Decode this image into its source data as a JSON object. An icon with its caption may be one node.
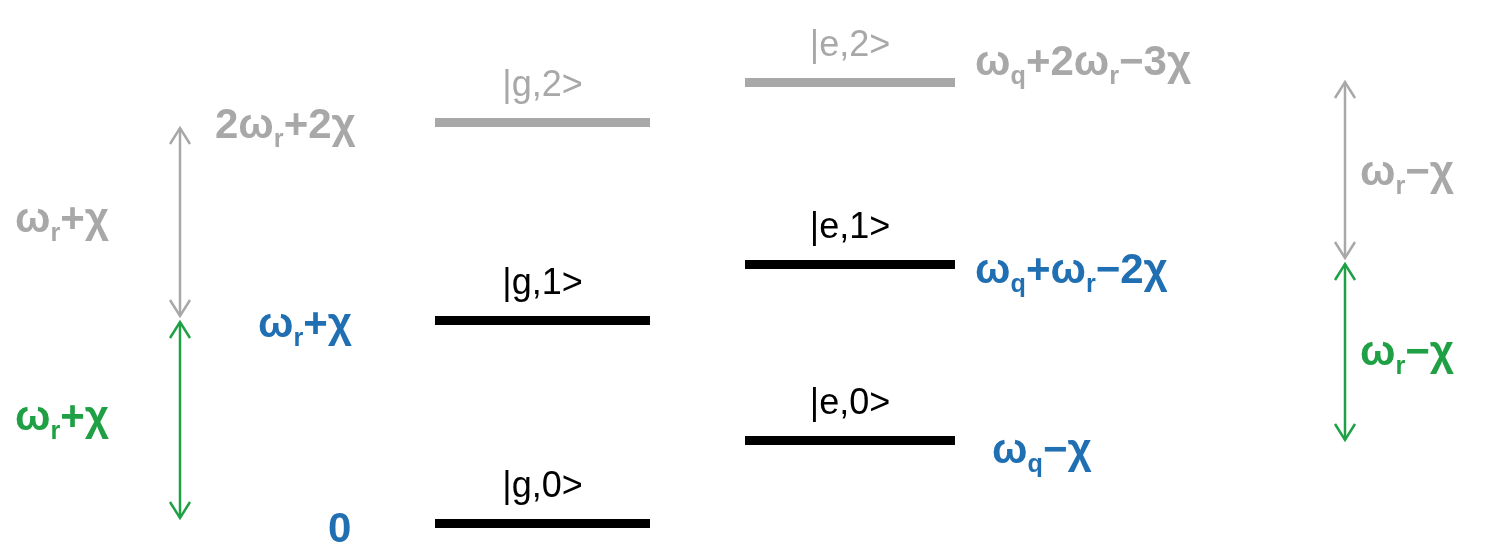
{
  "diagram": {
    "nodes": [
      {
        "text": [
          "|e,2>"
        ],
        "beside": [
          "ω$_{q}$+2ω$_{r}$−3χ"
        ]
      },
      {
        "text": [
          "|g,2>"
        ],
        "beside": [
          "2ω$_{r}$+2χ"
        ]
      },
      {
        "text": [
          "|e,1>"
        ],
        "beside": [
          "ω$_{q}$+ω$_{r}$−2χ"
        ]
      },
      {
        "text": [
          "|g,1>"
        ],
        "beside": [
          "ω$_{r}$+χ"
        ]
      },
      {
        "text": [
          "|e,0>"
        ],
        "beside": [
          "ω$_{q}$−χ"
        ]
      },
      {
        "text": [
          "|g,0>"
        ],
        "beside": [
          "0"
        ]
      }
    ],
    "edges": [],
    "labels": [
      "ω$_{r}$−χ",
      "ω$_{r}$+χ",
      "ω$_{r}$−χ",
      "ω$_{r}$+χ"
    ]
  }
}
